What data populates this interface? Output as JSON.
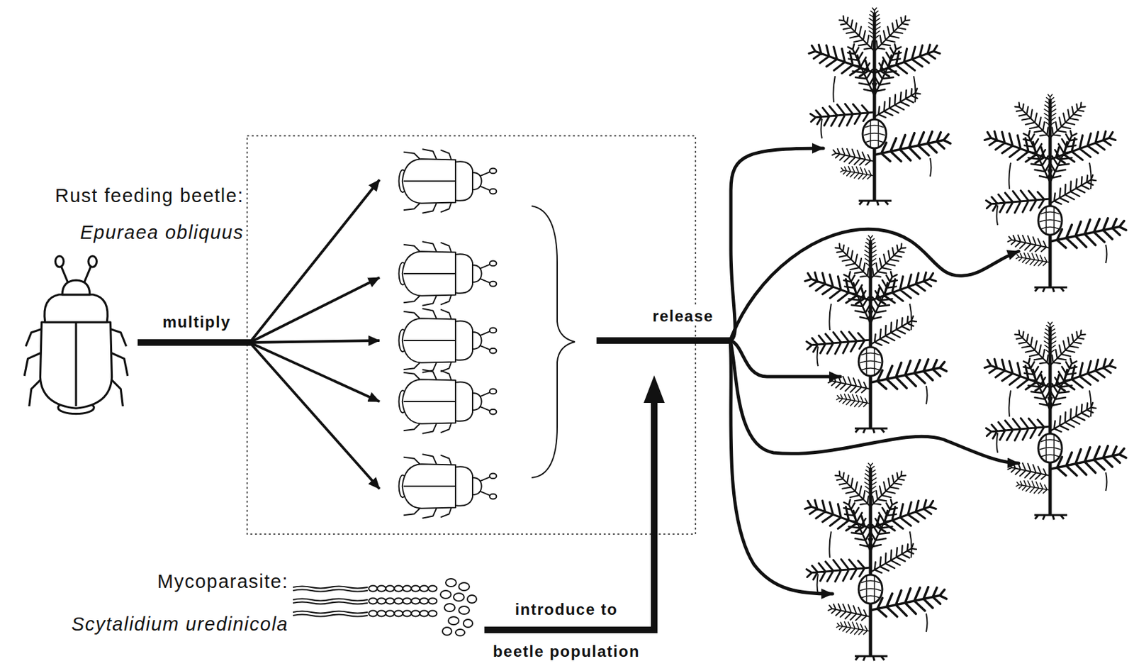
{
  "diagram": {
    "nodes": [
      {
        "text": [
          "Rust feeding beetle:",
          "Epuraea obliquus"
        ]
      },
      {
        "text": [
          "Mycoparasite:",
          "Scytalidium uredinicola"
        ]
      }
    ],
    "labels": [
      "multiply",
      "release",
      "introduce to",
      "beetle population"
    ]
  }
}
